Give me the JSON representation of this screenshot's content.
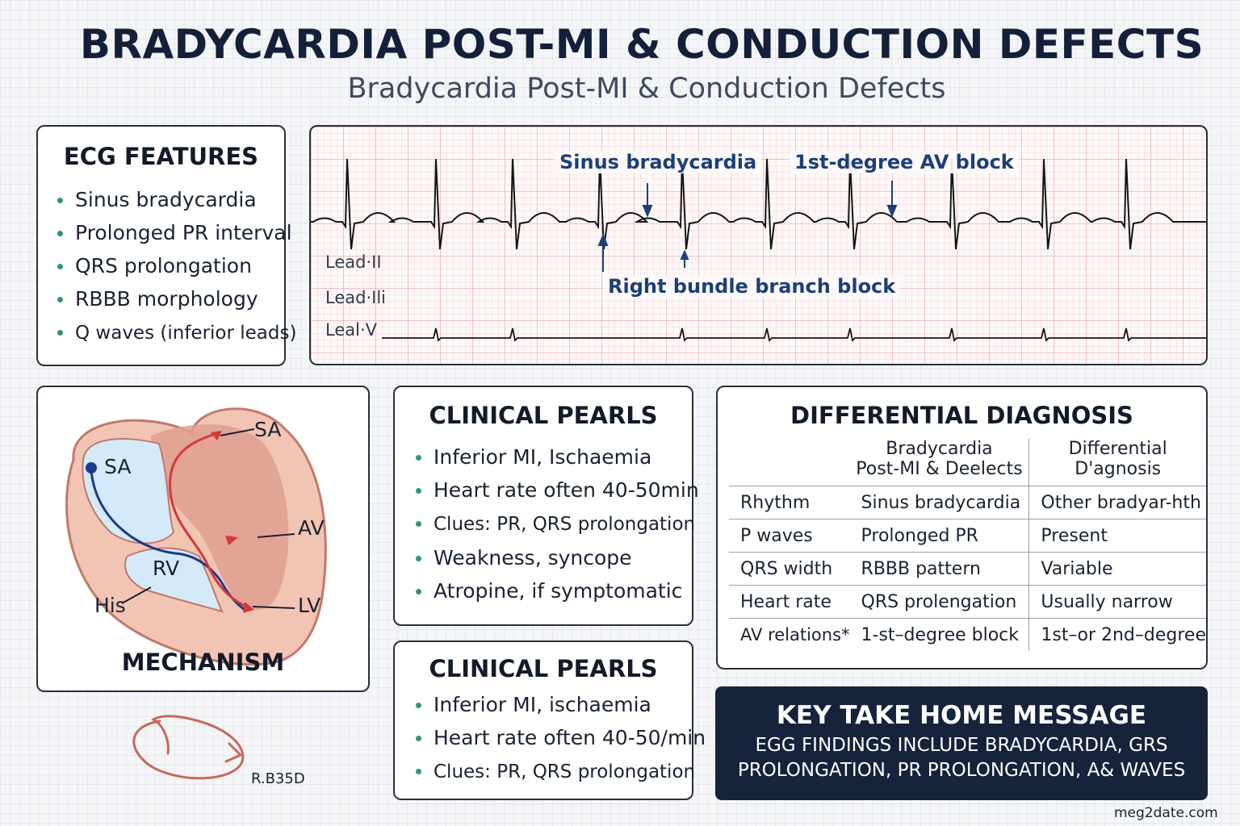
{
  "title": "BRADYCARDIA POST-MI & CONDUCTION DEFECTS",
  "subtitle": "Bradycardia Post-MI & Conduction Defects",
  "ecg_features": {
    "heading": "ECG FEATURES",
    "items": [
      "Sinus bradycardia",
      "Prolonged PR interval",
      "QRS prolongation",
      "RBBB morphology",
      "Q waves (inferior leads)"
    ]
  },
  "ecg_strip": {
    "annotations": {
      "sinus": "Sinus bradycardia",
      "av_block": "1st-degree AV block",
      "rbbb": "Right bundle branch block"
    },
    "leads": [
      "Lead·II",
      "Lead·Ili",
      "Leal·V"
    ],
    "trace_color": "#151515",
    "annotation_color": "#1c3f7a"
  },
  "mechanism": {
    "heading": "MECHANISM",
    "labels": {
      "sa_inner": "SA",
      "sa_outer": "SA",
      "av": "AV",
      "rv": "RV",
      "lv": "LV",
      "his": "His"
    }
  },
  "clinical_pearls_1": {
    "heading": "CLINICAL PEARLS",
    "items": [
      "Inferior MI, Ischaemia",
      "Heart rate often 40-50min",
      "Clues: PR, QRS prolongation",
      "Weakness, syncope",
      "Atropine, if symptomatic"
    ]
  },
  "clinical_pearls_2": {
    "heading": "CLINICAL PEARLS",
    "items": [
      "Inferior MI, ischaemia",
      "Heart rate often 40-50/min",
      "Clues: PR, QRS prolongation"
    ]
  },
  "differential": {
    "heading": "DIFFERENTIAL DIAGNOSIS",
    "col1_line1": "Bradycardia",
    "col1_line2": "Post-MI & Deelects",
    "col2_line1": "Differential",
    "col2_line2": "D'agnosis",
    "rows": [
      {
        "label": "Rhythm",
        "a": "Sinus bradycardia",
        "b": "Other bradyar-hth"
      },
      {
        "label": "P waves",
        "a": "Prolonged PR",
        "b": "Present"
      },
      {
        "label": "QRS width",
        "a": "RBBB pattern",
        "b": "Variable"
      },
      {
        "label": "Heart rate",
        "a": "QRS prolengation",
        "b": "Usually narrow"
      },
      {
        "label": "AV relations*",
        "a": "1-st–degree block",
        "b": "1st–or 2nd–degree"
      }
    ]
  },
  "key_message": {
    "heading": "KEY TAKE HOME MESSAGE",
    "line1": "EGG FINDINGS INCLUDE BRADYCARDIA, GRS",
    "line2": "PROLONGATION, PR PROLONGATION, A& WAVES"
  },
  "sketch_label": "R.B35D",
  "watermark": "meg2date.com",
  "colors": {
    "navy": "#17223b",
    "bullet_green": "#2e9a63",
    "heart_fill": "#f2c4b4",
    "heart_dark": "#de9f90",
    "rv_blue": "#d5eaf8",
    "conduction_red": "#d23a3a",
    "conduction_blue": "#1b3a8a"
  }
}
